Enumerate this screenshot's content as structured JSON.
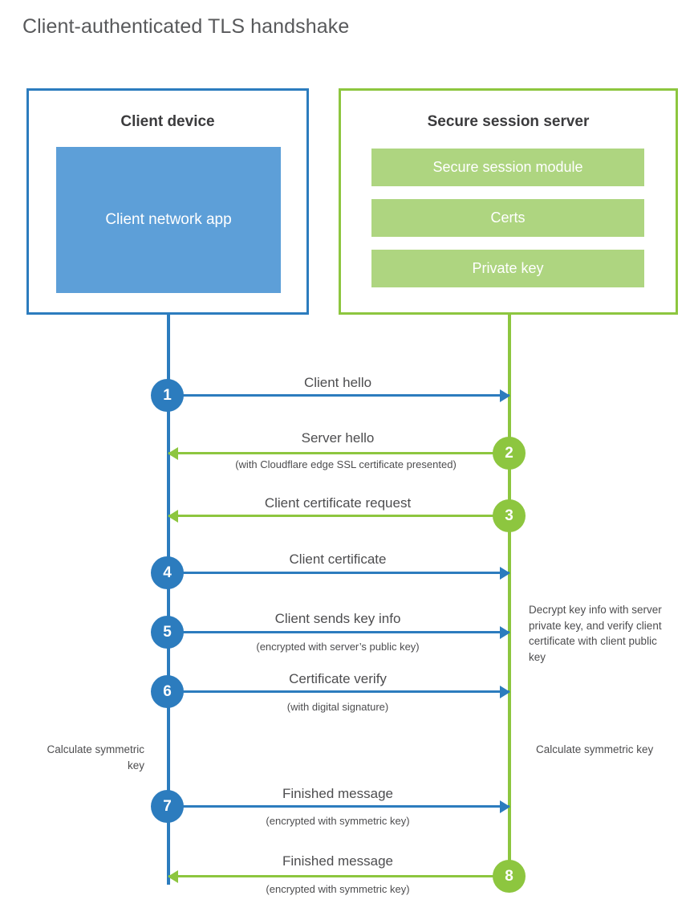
{
  "page_title": "Client-authenticated TLS handshake",
  "colors": {
    "client_blue": "#2c7cbe",
    "client_app_blue": "#5d9fd8",
    "server_green": "#8dc63f",
    "server_bar_green": "#aed580",
    "text_gray": "#4d4d4f",
    "title_gray": "#58595b"
  },
  "client": {
    "title": "Client device",
    "app_label": "Client network app"
  },
  "server": {
    "title": "Secure session server",
    "components": [
      "Secure session module",
      "Certs",
      "Private key"
    ]
  },
  "annotations": {
    "decrypt_note": "Decrypt key info with server private key, and verify client certificate with client public key",
    "calculate_symmetric_key_client": "Calculate symmetric key",
    "calculate_symmetric_key_server": "Calculate symmetric key"
  },
  "chart_data": {
    "type": "sequence-diagram",
    "title": "Client-authenticated TLS handshake",
    "participants": [
      "Client device",
      "Secure session server"
    ],
    "steps": [
      {
        "number": "1",
        "label": "Client hello",
        "sublabel": "",
        "direction": "client-to-server",
        "color": "#2c7cbe"
      },
      {
        "number": "2",
        "label": "Server hello",
        "sublabel": "(with Cloudflare edge SSL certificate presented)",
        "direction": "server-to-client",
        "color": "#8dc63f"
      },
      {
        "number": "3",
        "label": "Client certificate request",
        "sublabel": "",
        "direction": "server-to-client",
        "color": "#8dc63f"
      },
      {
        "number": "4",
        "label": "Client certificate",
        "sublabel": "",
        "direction": "client-to-server",
        "color": "#2c7cbe"
      },
      {
        "number": "5",
        "label": "Client sends key info",
        "sublabel": "(encrypted with server’s public key)",
        "direction": "client-to-server",
        "color": "#2c7cbe"
      },
      {
        "number": "6",
        "label": "Certificate verify",
        "sublabel": "(with digital signature)",
        "direction": "client-to-server",
        "color": "#2c7cbe"
      },
      {
        "number": "7",
        "label": "Finished message",
        "sublabel": "(encrypted with symmetric key)",
        "direction": "client-to-server",
        "color": "#2c7cbe"
      },
      {
        "number": "8",
        "label": "Finished message",
        "sublabel": "(encrypted with symmetric key)",
        "direction": "server-to-client",
        "color": "#8dc63f"
      }
    ]
  }
}
